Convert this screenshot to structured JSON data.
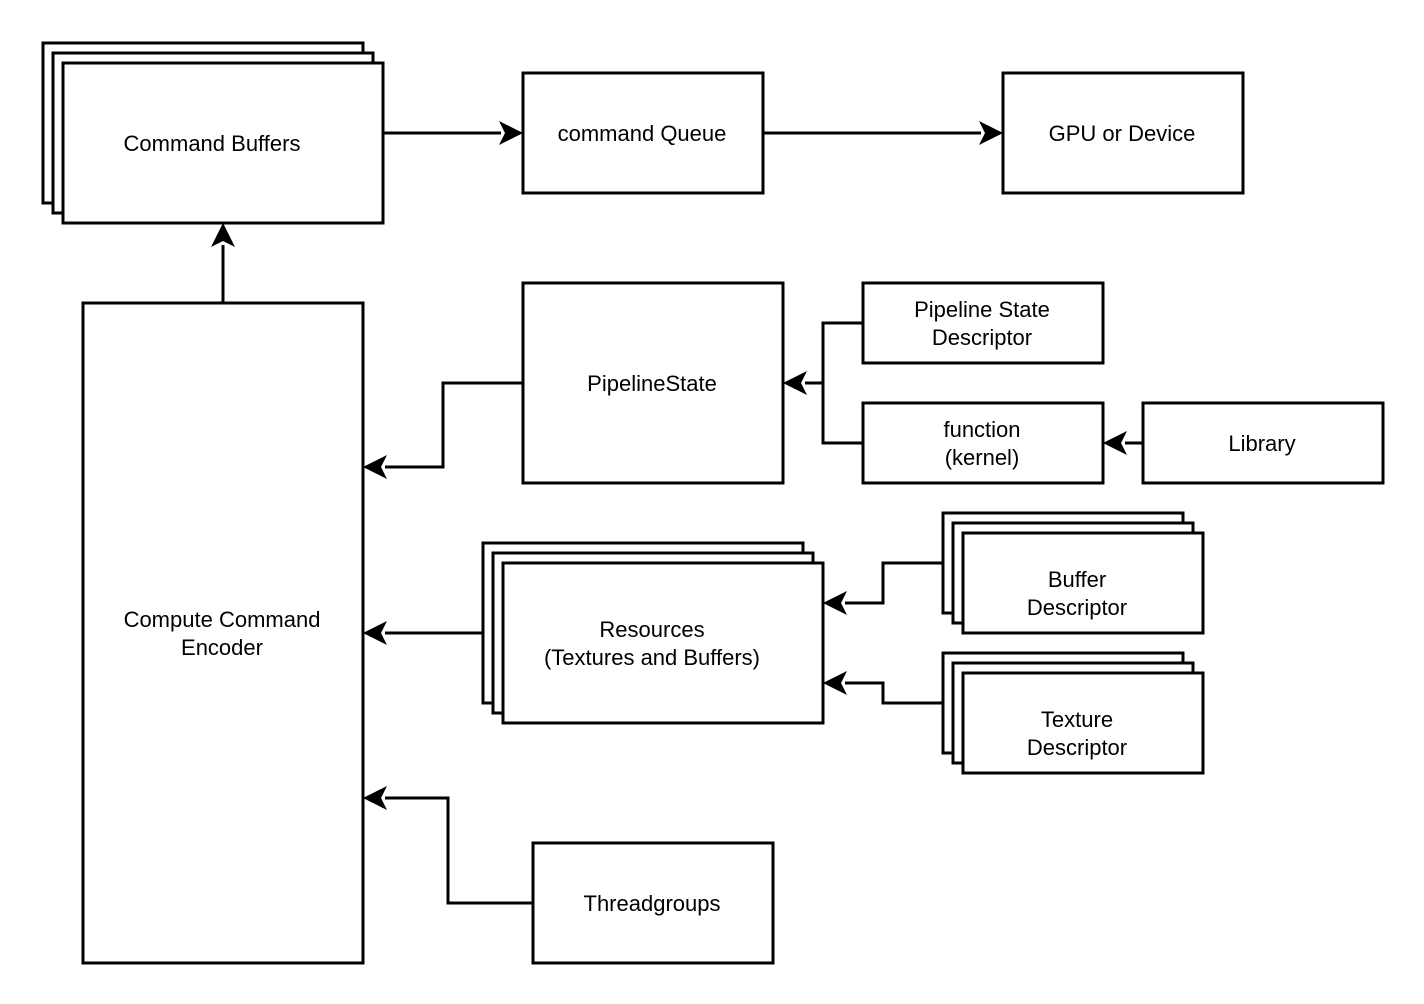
{
  "colors": {
    "stroke": "#000000",
    "fill": "#ffffff",
    "text": "#000000"
  },
  "nodes": {
    "command_buffers": {
      "line1": "Command Buffers",
      "stacked": true
    },
    "command_queue": {
      "line1": "command Queue"
    },
    "gpu_or_device": {
      "line1": "GPU or Device"
    },
    "compute_command_encoder": {
      "line1": "Compute Command",
      "line2": "Encoder"
    },
    "pipeline_state": {
      "line1": "PipelineState"
    },
    "pipeline_state_descriptor": {
      "line1": "Pipeline State",
      "line2": "Descriptor"
    },
    "function_kernel": {
      "line1": "function",
      "line2": "(kernel)"
    },
    "library": {
      "line1": "Library"
    },
    "resources": {
      "line1": "Resources",
      "line2": "(Textures and Buffers)",
      "stacked": true
    },
    "buffer_descriptor": {
      "line1": "Buffer",
      "line2": "Descriptor",
      "stacked": true
    },
    "texture_descriptor": {
      "line1": "Texture",
      "line2": "Descriptor",
      "stacked": true
    },
    "threadgroups": {
      "line1": "Threadgroups"
    }
  },
  "edges": [
    {
      "from": "command_buffers",
      "to": "command_queue"
    },
    {
      "from": "command_queue",
      "to": "gpu_or_device"
    },
    {
      "from": "compute_command_encoder",
      "to": "command_buffers"
    },
    {
      "from": "pipeline_state",
      "to": "compute_command_encoder"
    },
    {
      "from": "pipeline_state_descriptor",
      "to": "pipeline_state"
    },
    {
      "from": "function_kernel",
      "to": "pipeline_state"
    },
    {
      "from": "library",
      "to": "function_kernel"
    },
    {
      "from": "resources",
      "to": "compute_command_encoder"
    },
    {
      "from": "buffer_descriptor",
      "to": "resources"
    },
    {
      "from": "texture_descriptor",
      "to": "resources"
    },
    {
      "from": "threadgroups",
      "to": "compute_command_encoder"
    }
  ]
}
